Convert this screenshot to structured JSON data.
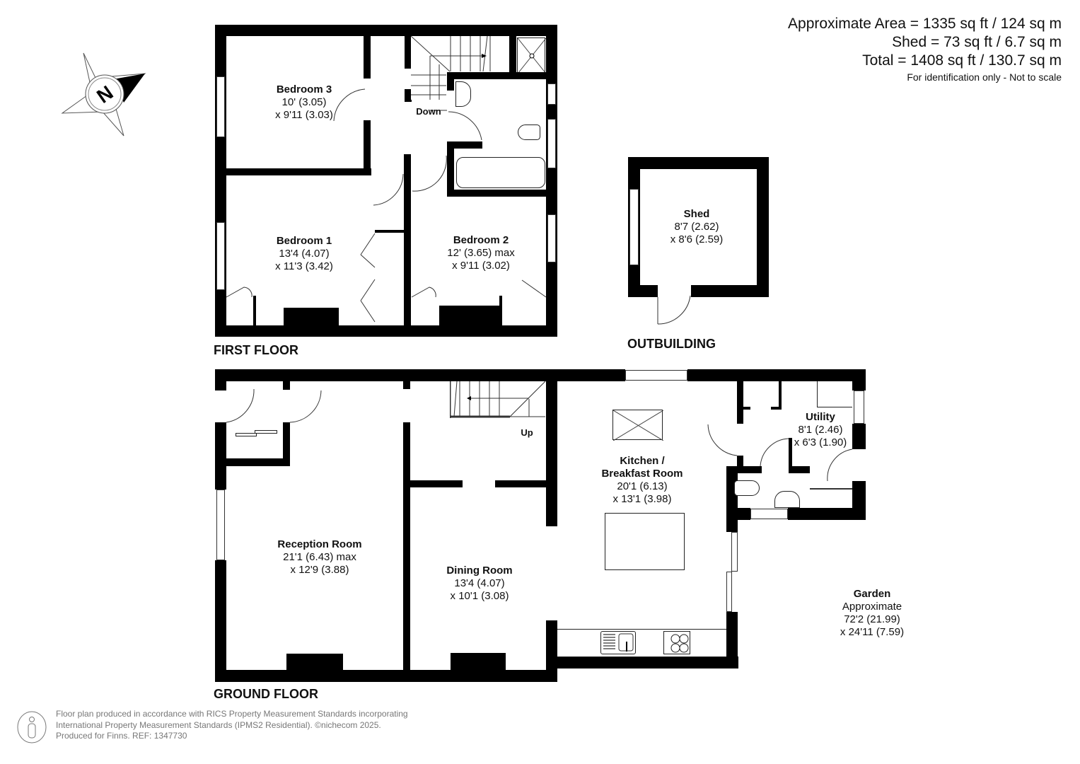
{
  "area_summary": {
    "main": "Approximate Area = 1335 sq ft / 124 sq m",
    "shed": "Shed  = 73 sq ft / 6.7 sq m",
    "total": "Total = 1408 sq ft / 130.7 sq m",
    "note": "For identification only - Not to scale"
  },
  "compass": {
    "label": "N"
  },
  "floors": {
    "first": "FIRST FLOOR",
    "ground": "GROUND FLOOR",
    "outbuilding": "OUTBUILDING"
  },
  "rooms": {
    "bedroom3": {
      "name": "Bedroom 3",
      "dim1": "10' (3.05)",
      "dim2": "x 9'11 (3.03)"
    },
    "bedroom1": {
      "name": "Bedroom 1",
      "dim1": "13'4 (4.07)",
      "dim2": "x 11'3 (3.42)"
    },
    "bedroom2": {
      "name": "Bedroom 2",
      "dim1": "12' (3.65) max",
      "dim2": "x 9'11 (3.02)"
    },
    "shed": {
      "name": "Shed",
      "dim1": "8'7 (2.62)",
      "dim2": "x 8'6 (2.59)"
    },
    "reception": {
      "name": "Reception Room",
      "dim1": "21'1 (6.43) max",
      "dim2": "x 12'9 (3.88)"
    },
    "dining": {
      "name": "Dining Room",
      "dim1": "13'4 (4.07)",
      "dim2": "x 10'1 (3.08)"
    },
    "kitchen": {
      "name1": "Kitchen /",
      "name2": "Breakfast Room",
      "dim1": "20'1 (6.13)",
      "dim2": "x 13'1 (3.98)"
    },
    "utility": {
      "name": "Utility",
      "dim1": "8'1 (2.46)",
      "dim2": "x 6'3 (1.90)"
    },
    "garden": {
      "name": "Garden",
      "sub": "Approximate",
      "dim1": "72'2 (21.99)",
      "dim2": "x 24'11 (7.59)"
    }
  },
  "stairs": {
    "down": "Down",
    "up": "Up"
  },
  "footer": {
    "line1": "Floor plan produced in accordance with RICS Property Measurement Standards incorporating",
    "line2": "International Property Measurement Standards (IPMS2 Residential).  ©nichecom 2025.",
    "line3": "Produced for Finns.   REF:  1347730"
  }
}
